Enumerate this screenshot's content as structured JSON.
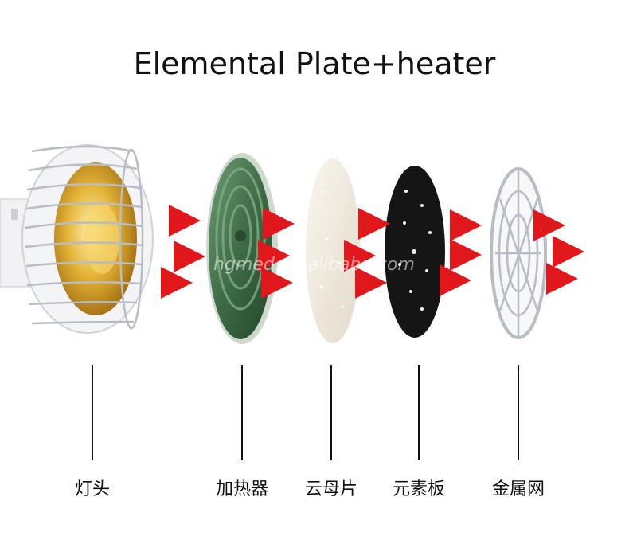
{
  "title": "Elemental Plate+heater",
  "watermark": "hgmed.en.alibaba.com",
  "components": [
    {
      "label": "灯头"
    },
    {
      "label": "加热器"
    },
    {
      "label": "云母片"
    },
    {
      "label": "元素板"
    },
    {
      "label": "金属网"
    }
  ],
  "colors": {
    "arrow": "#e8262a",
    "heater_plate": "#3e6b46",
    "mica": "#efe9df",
    "element_plate": "#151515",
    "cage_wire": "#b8bcc4",
    "reflector": "#d9a62a"
  }
}
